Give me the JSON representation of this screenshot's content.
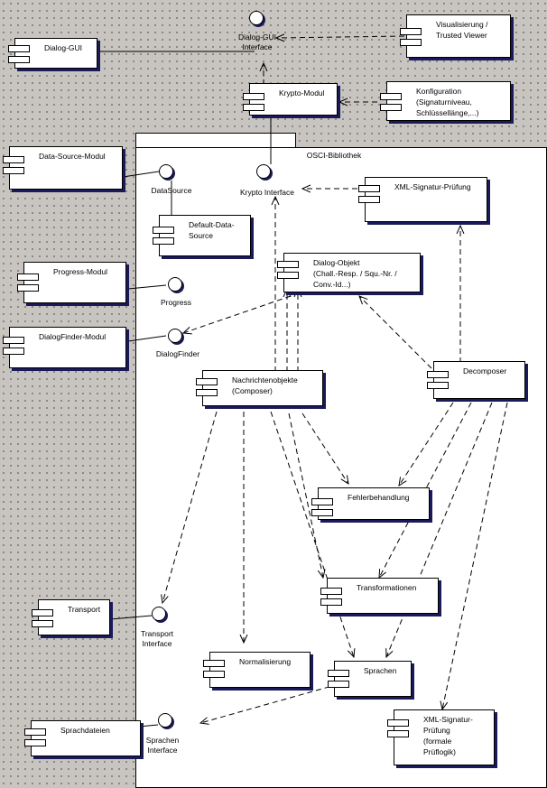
{
  "package": {
    "title": "OSCI-Bibliothek"
  },
  "components": {
    "dialog_gui": "Dialog-GUI",
    "visualisierung": "Visualisierung /\nTrusted Viewer",
    "krypto_modul": "Krypto-Modul",
    "konfiguration": "Konfiguration\n(Signaturniveau,\nSchlüssellänge,...)",
    "data_source_modul": "Data-Source-Modul",
    "default_data_source": "Default-Data-\nSource",
    "xml_signatur_pruefung": "XML-Signatur-Prüfung",
    "progress_modul": "Progress-Modul",
    "dialog_objekt": "Dialog-Objekt\n(Chall.-Resp. / Squ.-Nr. /\nConv.-Id...)",
    "dialogfinder_modul": "DialogFinder-Modul",
    "nachrichtenobjekte": "Nachrichtenobjekte\n(Composer)",
    "decomposer": "Decomposer",
    "fehlerbehandlung": "Fehlerbehandlung",
    "transformationen": "Transformationen",
    "transport": "Transport",
    "normalisierung": "Normalisierung",
    "sprachen": "Sprachen",
    "sprachdateien": "Sprachdateien",
    "xml_signatur_formal": "XML-Signatur-\nPrüfung\n(formale\nPrüflogik)"
  },
  "interfaces": {
    "dialog_gui_interface": "Dialog-GUI\nInterface",
    "datasource": "DataSource",
    "krypto_interface": "Krypto Interface",
    "progress": "Progress",
    "dialogfinder": "DialogFinder",
    "transport_interface": "Transport\nInterface",
    "sprachen_interface": "Sprachen\nInterface"
  },
  "colors": {
    "shadow": "#1a1a5a",
    "background": "#c8c4c0",
    "line": "#000000"
  }
}
